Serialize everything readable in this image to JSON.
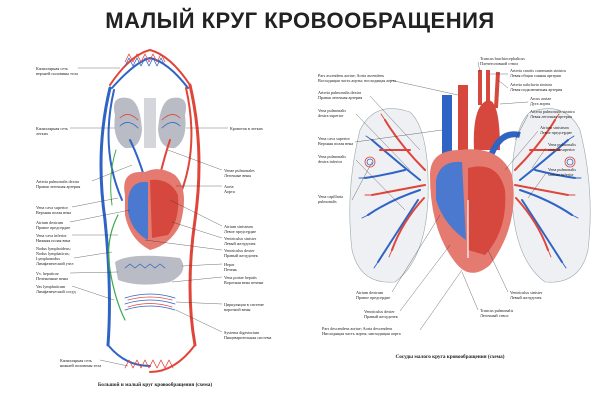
{
  "title": "МАЛЫЙ КРУГ КРОВООБРАЩЕНИЯ",
  "left_panel": {
    "caption": "Большой и малый круг кровообращения (схема)",
    "labels": [
      {
        "t1": "Капиллярная сеть",
        "t2": "верхней половины тела"
      },
      {
        "t1": "Капиллярная сеть",
        "t2": "легких"
      },
      {
        "t1": "Arteria pulmonalis dextra",
        "t2": "Правая легочная артерия"
      },
      {
        "t1": "Vena cava superior",
        "t2": "Верхняя полая вена"
      },
      {
        "t1": "Atrium dextrum",
        "t2": "Правое предсердие"
      },
      {
        "t1": "Vena cava inferior",
        "t2": "Нижняя полая вена"
      },
      {
        "t1": "Nodus lymphoideus;",
        "t2": "Nodus lymphaticus;"
      },
      {
        "t1": "Lymphonodus",
        "t2": "Лимфатический узел"
      },
      {
        "t1": "Vv. hepaticae",
        "t2": "Печеночные вены"
      },
      {
        "t1": "Vas lymphaticum",
        "t2": "Лимфатический сосуд"
      },
      {
        "t1": "Капиллярная сеть",
        "t2": "нижней половины тела"
      }
    ],
    "right_labels": [
      {
        "t1": "Кровоток в легких",
        "t2": ""
      },
      {
        "t1": "Venae pulmonales",
        "t2": "Легочные вены"
      },
      {
        "t1": "Aorta",
        "t2": "Аорта"
      },
      {
        "t1": "Atrium sinistrum",
        "t2": "Левое предсердие"
      },
      {
        "t1": "Ventriculus sinister",
        "t2": "Левый желудочек"
      },
      {
        "t1": "Ventriculus dexter",
        "t2": "Правый желудочек"
      },
      {
        "t1": "Hepar",
        "t2": "Печень"
      },
      {
        "t1": "Vena portae hepatis",
        "t2": "Воротная вена печени"
      },
      {
        "t1": "Циркуляция в системе",
        "t2": "воротной вены"
      },
      {
        "t1": "Systema digestorium",
        "t2": "Пищеварительная система"
      }
    ]
  },
  "right_panel": {
    "caption": "Сосуды малого круга кровообращения (схема)",
    "left_labels": [
      {
        "t1": "Pars ascendens aortae; Aorta ascendens",
        "t2": "Восходящая часть аорты; восходящая аорта"
      },
      {
        "t1": "Arteria pulmonalis dextra",
        "t2": "Правая легочная артерия"
      },
      {
        "t1": "Vena pulmonalis",
        "t2": "dextra superior"
      },
      {
        "t1": "Vena cava superior",
        "t2": "Верхняя полая вена"
      },
      {
        "t1": "Vena pulmonalis",
        "t2": "dextra inferior"
      },
      {
        "t1": "Vena capillaria",
        "t2": "pulmonalis"
      },
      {
        "t1": "Atrium dextrum",
        "t2": "Правое предсердие"
      },
      {
        "t1": "Ventriculus dexter",
        "t2": "Правый желудочек"
      },
      {
        "t1": "Pars descendens aortae; Aorta descendens",
        "t2": "Нисходящая часть аорты; нисходящая аорта"
      }
    ],
    "right_labels": [
      {
        "t1": "Truncus brachiocephalicus",
        "t2": "Плечеголовной ствол"
      },
      {
        "t1": "Arteria carotis communis sinistra",
        "t2": "Левая общая сонная артерия"
      },
      {
        "t1": "Arteria subclavia sinistra",
        "t2": "Левая подключичная артерия"
      },
      {
        "t1": "Arcus aortae",
        "t2": "Дуга аорты"
      },
      {
        "t1": "Arteria pulmonalis sinistra",
        "t2": "Левая легочная артерия"
      },
      {
        "t1": "Atrium sinistrum",
        "t2": "Левое предсердие"
      },
      {
        "t1": "Vena pulmonalis",
        "t2": "sinistra superior"
      },
      {
        "t1": "Vena pulmonalis",
        "t2": "sinistra inferior"
      },
      {
        "t1": "Ventriculus sinister",
        "t2": "Левый желудочек"
      },
      {
        "t1": "Truncus pulmonalis",
        "t2": "Легочный ствол"
      }
    ]
  },
  "colors": {
    "artery": "#e0453a",
    "vein": "#2f64c4",
    "lymph": "#3caa4a",
    "organ": "#b9bcc4"
  }
}
